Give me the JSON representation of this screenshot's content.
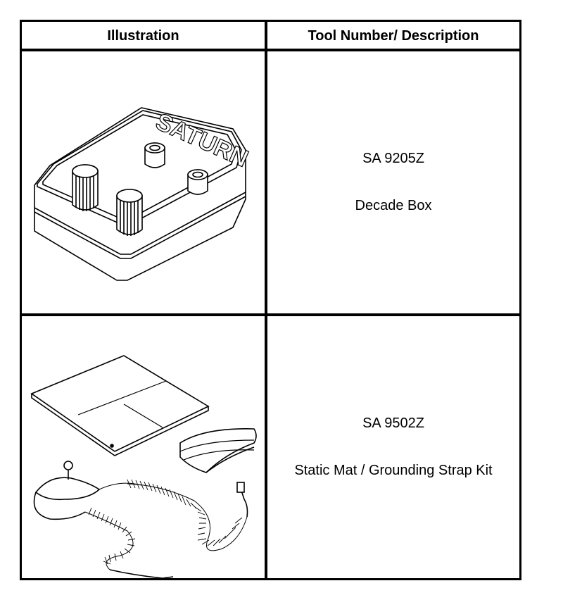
{
  "table": {
    "headers": {
      "illustration": "Illustration",
      "tool": "Tool Number/ Description"
    },
    "rows": [
      {
        "tool_number": "SA 9205Z",
        "description": "Decade Box",
        "illustration": "decade-box-drawing",
        "brand_marking": "SATURN"
      },
      {
        "tool_number": "SA 9502Z",
        "description": "Static Mat / Grounding Strap Kit",
        "illustration": "static-mat-strap-drawing"
      }
    ]
  }
}
